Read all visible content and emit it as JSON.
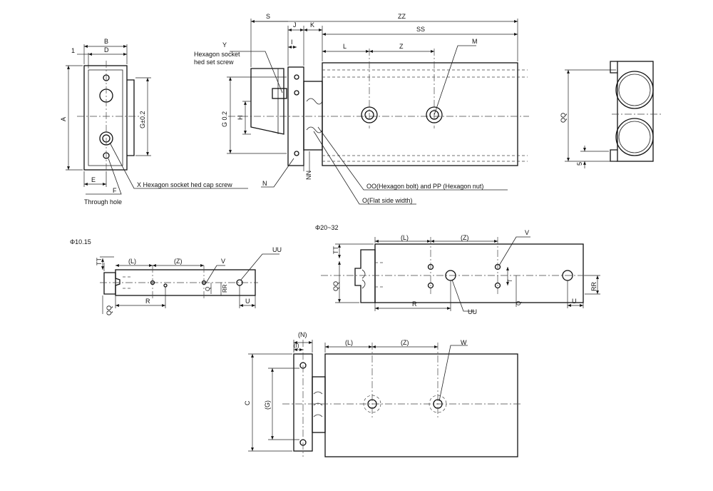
{
  "colors": {
    "line": "#111111",
    "background": "#ffffff"
  },
  "front_view": {
    "dims": {
      "one": "1",
      "b": "B",
      "d": "D",
      "a": "A",
      "g": "G±0.2",
      "e": "E"
    },
    "callouts": {
      "x": "X Hexagon socket hed cap screw",
      "f": "F",
      "through_hole": "Through hole"
    }
  },
  "side_view": {
    "dims": {
      "s": "S",
      "zz": "ZZ",
      "j": "J",
      "k": "K",
      "ss": "SS",
      "i": "I",
      "l": "L",
      "z": "Z",
      "m": "M",
      "g": "G 0.2",
      "h": "H",
      "nn": "NN"
    },
    "callouts": {
      "y": "Y",
      "hex_set_line1": "Hexagon socket",
      "hex_set_line2": "hed set screw",
      "n": "N",
      "oo_pp": "OO(Hexagon bolt) and PP (Hexagon nut)",
      "o": "O(Flat side width)"
    }
  },
  "end_view": {
    "dims": {
      "qq": "QQ",
      "five": "5"
    }
  },
  "detail_small": {
    "title": "Φ10.15",
    "labels": {
      "tt": "TT",
      "l": "(L)",
      "z": "(Z)",
      "v": "V",
      "uu": "UU",
      "qq": "QQ",
      "rr": "RR",
      "q": "Q",
      "r": "R",
      "u": "U"
    }
  },
  "detail_large": {
    "title": "Φ20~32",
    "labels": {
      "tt": "TT",
      "l": "(L)",
      "z": "(Z)",
      "v": "V",
      "qq": "QQ",
      "t": "T",
      "r": "R",
      "uu": "UU",
      "q": "Q",
      "rr": "RR",
      "u": "U"
    }
  },
  "bottom_view": {
    "labels": {
      "n": "(N)",
      "i": "(I)",
      "l": "(L)",
      "z": "(Z)",
      "w": "W",
      "c": "C",
      "g": "(G)"
    }
  }
}
